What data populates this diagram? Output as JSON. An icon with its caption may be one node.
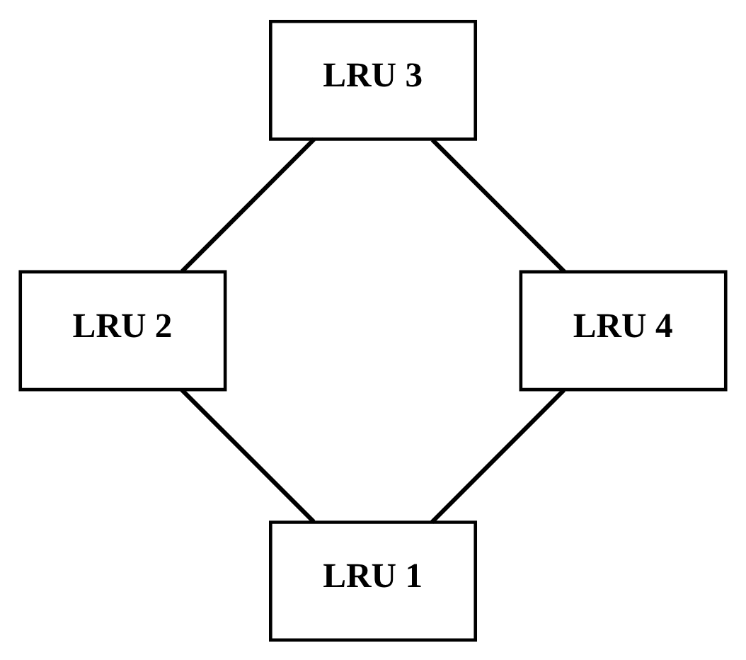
{
  "diagram": {
    "nodes": [
      {
        "text": [
          "LRU 1"
        ]
      },
      {
        "text": [
          "LRU 2"
        ]
      },
      {
        "text": [
          "LRU 3"
        ]
      },
      {
        "text": [
          "LRU 4"
        ]
      }
    ],
    "edges": [
      {
        "from": 0,
        "to": 1,
        "arrow": "none"
      },
      {
        "from": 1,
        "to": 2,
        "arrow": "none"
      },
      {
        "from": 2,
        "to": 3,
        "arrow": "none"
      },
      {
        "from": 3,
        "to": 0,
        "arrow": "none"
      }
    ]
  }
}
